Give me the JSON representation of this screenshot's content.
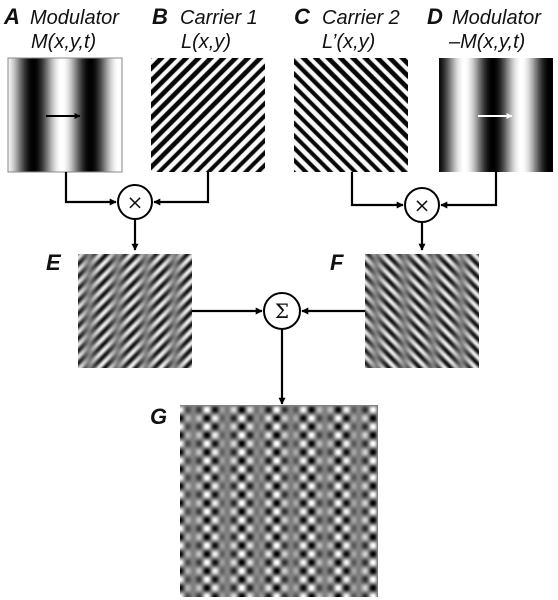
{
  "panels": {
    "A": {
      "letter": "A",
      "title": "Modulator",
      "formula": "M(x,y,t)"
    },
    "B": {
      "letter": "B",
      "title": "Carrier 1",
      "formula": "L(x,y)"
    },
    "C": {
      "letter": "C",
      "title": "Carrier 2",
      "formula": "L’(x,y)"
    },
    "D": {
      "letter": "D",
      "title": "Modulator",
      "formula": "–M(x,y,t)"
    },
    "E": {
      "letter": "E"
    },
    "F": {
      "letter": "F"
    },
    "G": {
      "letter": "G"
    }
  },
  "operators": {
    "multiply_left": "×",
    "multiply_right": "×",
    "sum": "Σ"
  },
  "colors": {
    "arrow_A": "#000000",
    "arrow_D": "#ffffff",
    "wires": "#000000"
  }
}
